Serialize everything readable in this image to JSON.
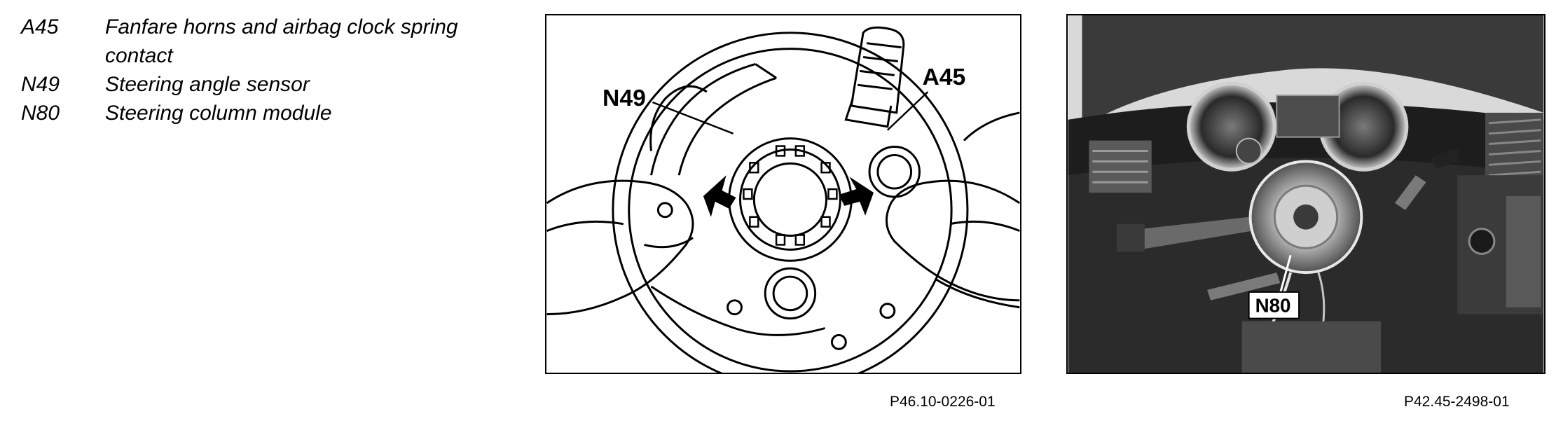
{
  "legend": {
    "items": [
      {
        "code": "A45",
        "desc": "Fanfare horns and airbag clock spring contact"
      },
      {
        "code": "N49",
        "desc": "Steering angle sensor"
      },
      {
        "code": "N80",
        "desc": "Steering column module"
      }
    ]
  },
  "figures": [
    {
      "caption": "P46.10-0226-01",
      "callouts": [
        "N49",
        "A45"
      ]
    },
    {
      "caption": "P42.45-2498-01",
      "callouts": [
        "N80"
      ]
    }
  ]
}
